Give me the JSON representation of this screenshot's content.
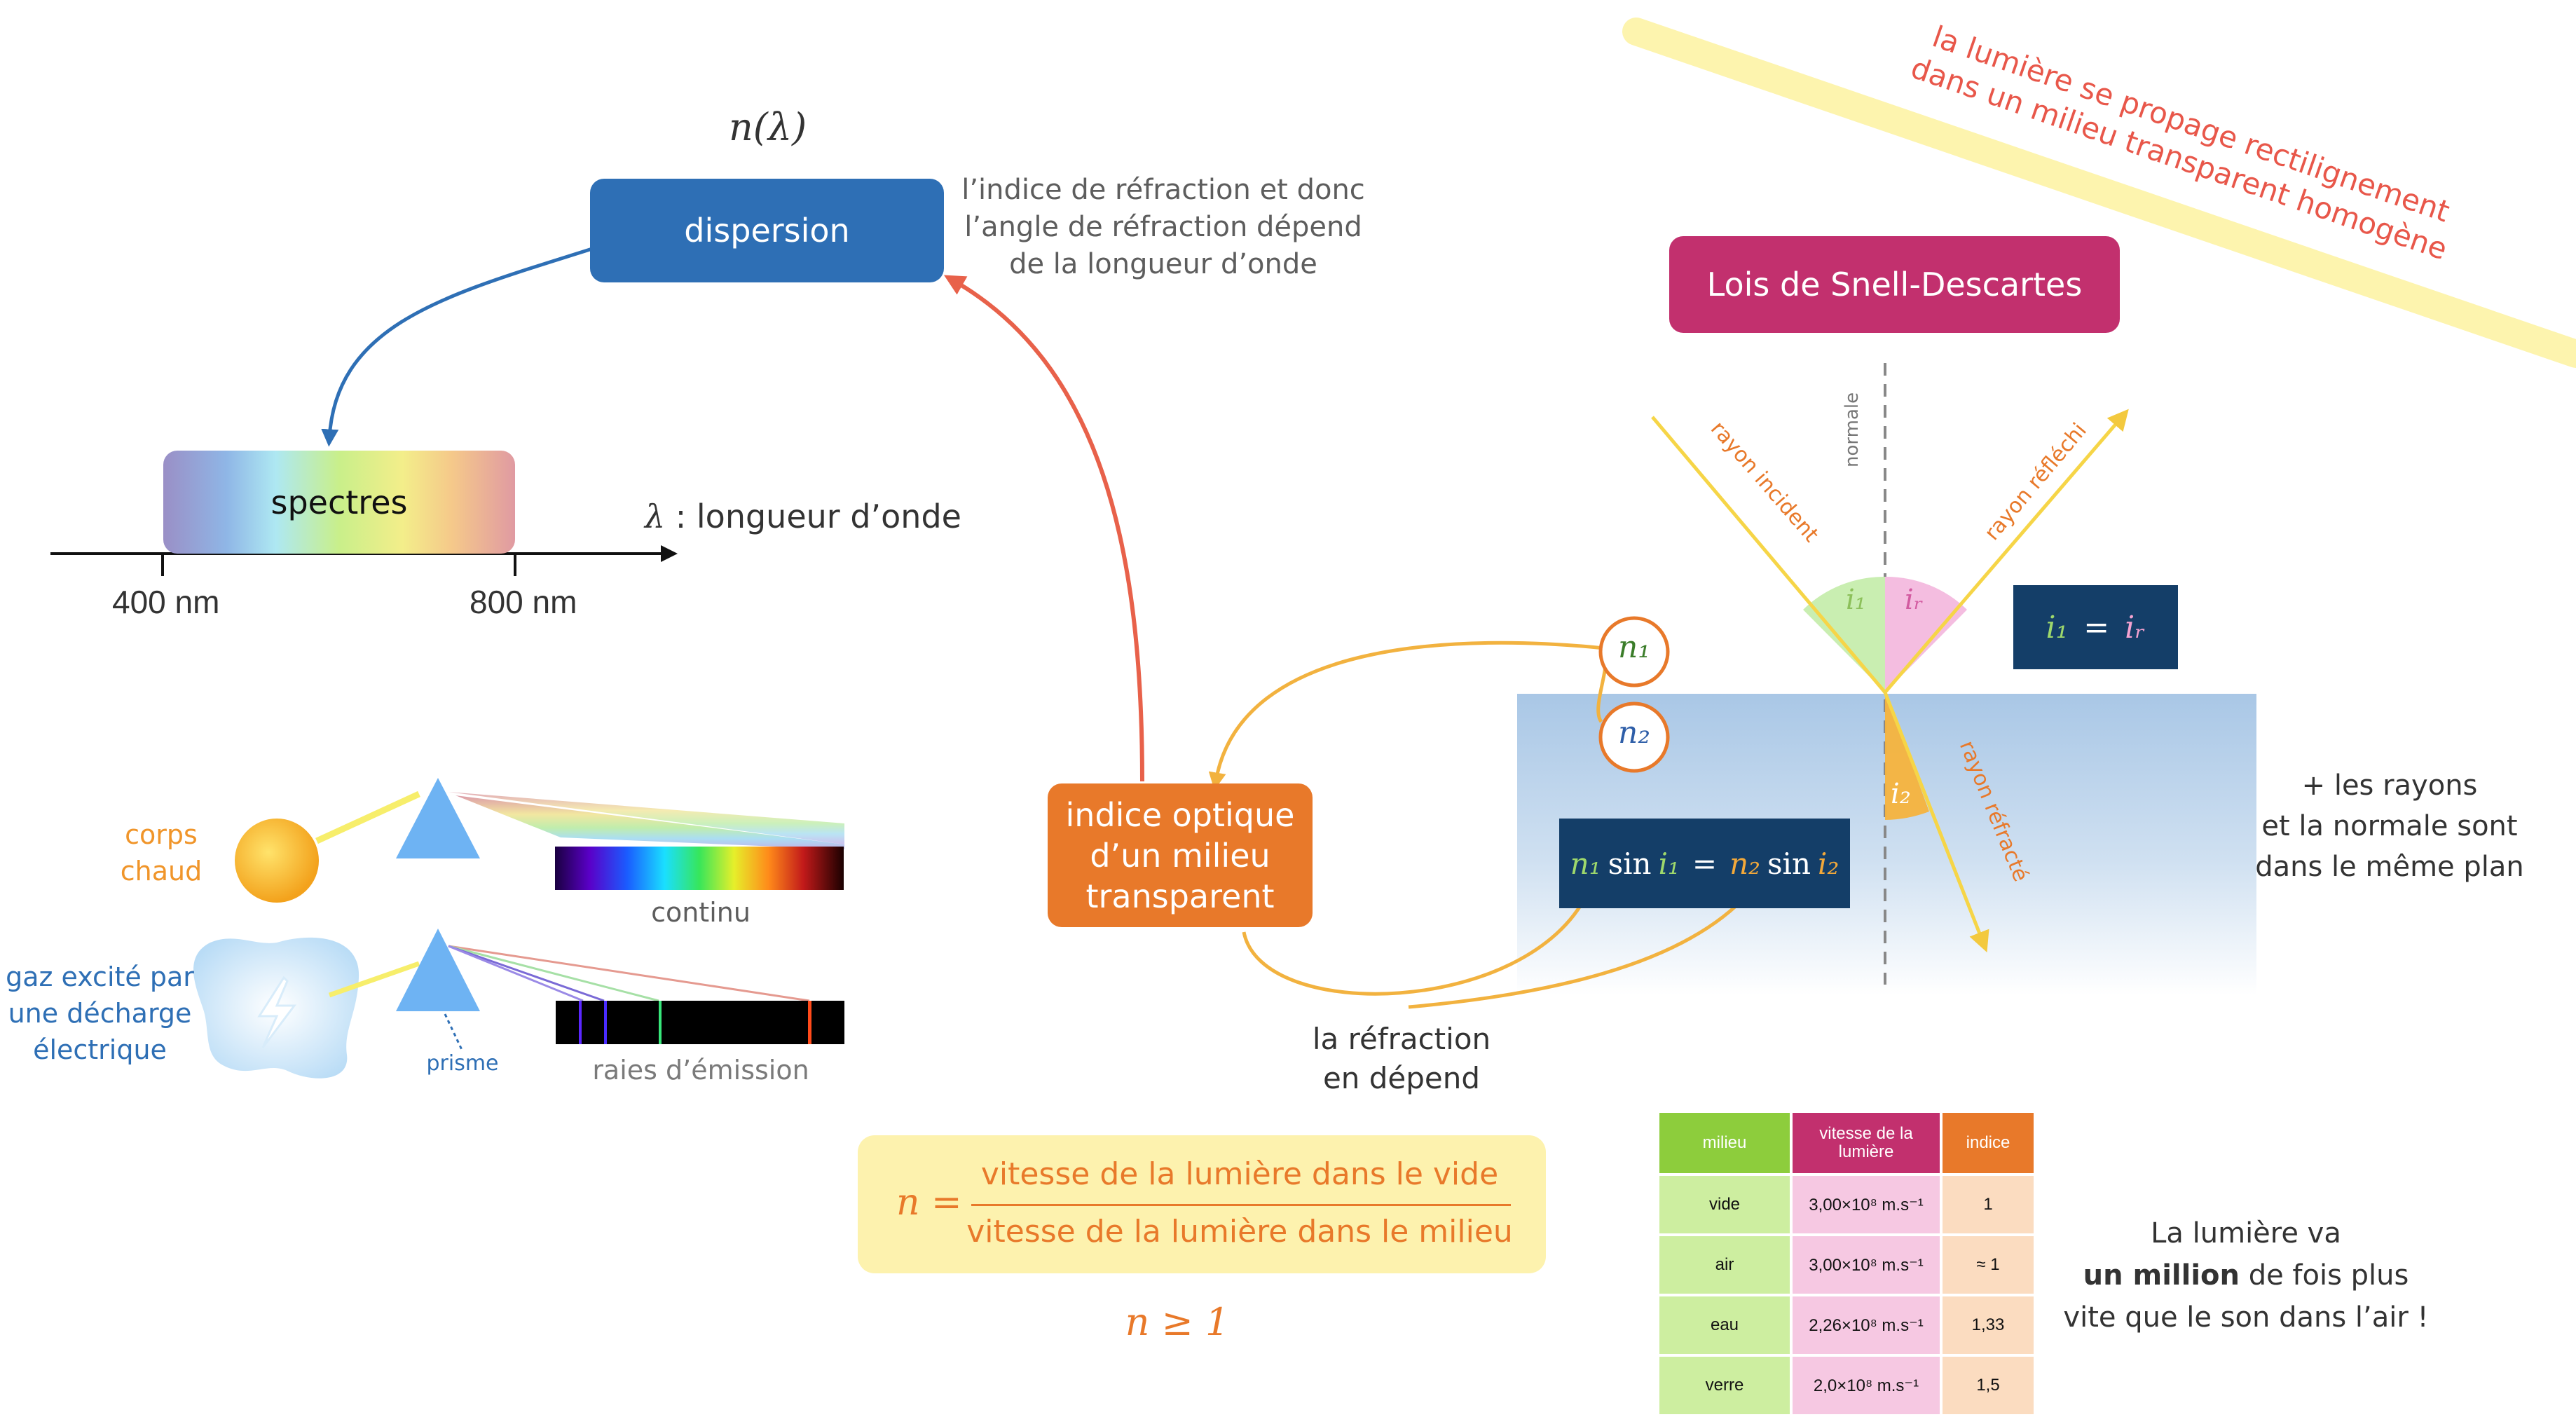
{
  "dispersion": {
    "formula": "n(λ)",
    "box_label": "dispersion",
    "note_lines": [
      "l’indice de réfraction et donc",
      "l’angle de réfraction dépend",
      "de la longueur d’onde"
    ]
  },
  "spectrum": {
    "box_label": "spectres",
    "axis_symbol": "λ",
    "axis_label": " : longueur d’onde",
    "tick_400": "400 nm",
    "tick_800": "800 nm"
  },
  "sources": {
    "hot_body": [
      "corps",
      "chaud"
    ],
    "continuous": "continu",
    "gas": [
      "gaz excité par",
      "une décharge",
      "électrique"
    ],
    "prism": "prisme",
    "emission": "raies d’émission"
  },
  "index_box": {
    "lines": [
      "indice optique",
      "d’un milieu",
      "transparent"
    ],
    "refraction_note": [
      "la réfraction",
      "en dépend"
    ]
  },
  "formula": {
    "lhs": "n =",
    "numerator": "vitesse de la lumière dans le vide",
    "denominator": "vitesse de la lumière dans le milieu",
    "inequality": "n ≥ 1"
  },
  "snell": {
    "title": "Lois de Snell-Descartes",
    "propagation": [
      "la lumière se propage rectilignement",
      "dans un milieu transparent homogène"
    ],
    "normal": "normale",
    "incident": "rayon incident",
    "reflected": "rayon réfléchi",
    "refracted": "rayon réfracté",
    "n1": "n₁",
    "n2": "n₂",
    "i1": "i₁",
    "ir": "iᵣ",
    "i2": "i₂",
    "plane_note": [
      "+ les rayons",
      "et la normale sont",
      "dans le même plan"
    ]
  },
  "table": {
    "headers": [
      "milieu",
      "vitesse de la lumière",
      "indice"
    ],
    "rows": [
      [
        "vide",
        "3,00×10⁸ m.s⁻¹",
        "1"
      ],
      [
        "air",
        "3,00×10⁸ m.s⁻¹",
        "≈ 1"
      ],
      [
        "eau",
        "2,26×10⁸ m.s⁻¹",
        "1,33"
      ],
      [
        "verre",
        "2,0×10⁸ m.s⁻¹",
        "1,5"
      ]
    ]
  },
  "sound_note": {
    "line1": "La lumière va",
    "bold": "un million",
    "line2_rest": " de fois plus",
    "line3": "vite que le son dans l’air !"
  },
  "colors": {
    "blue": "#2e6fb5",
    "magenta": "#c2306e",
    "orange": "#e8792a",
    "red_text": "#e8574a",
    "navy": "#143e68",
    "yellow": "#f3c93e"
  }
}
